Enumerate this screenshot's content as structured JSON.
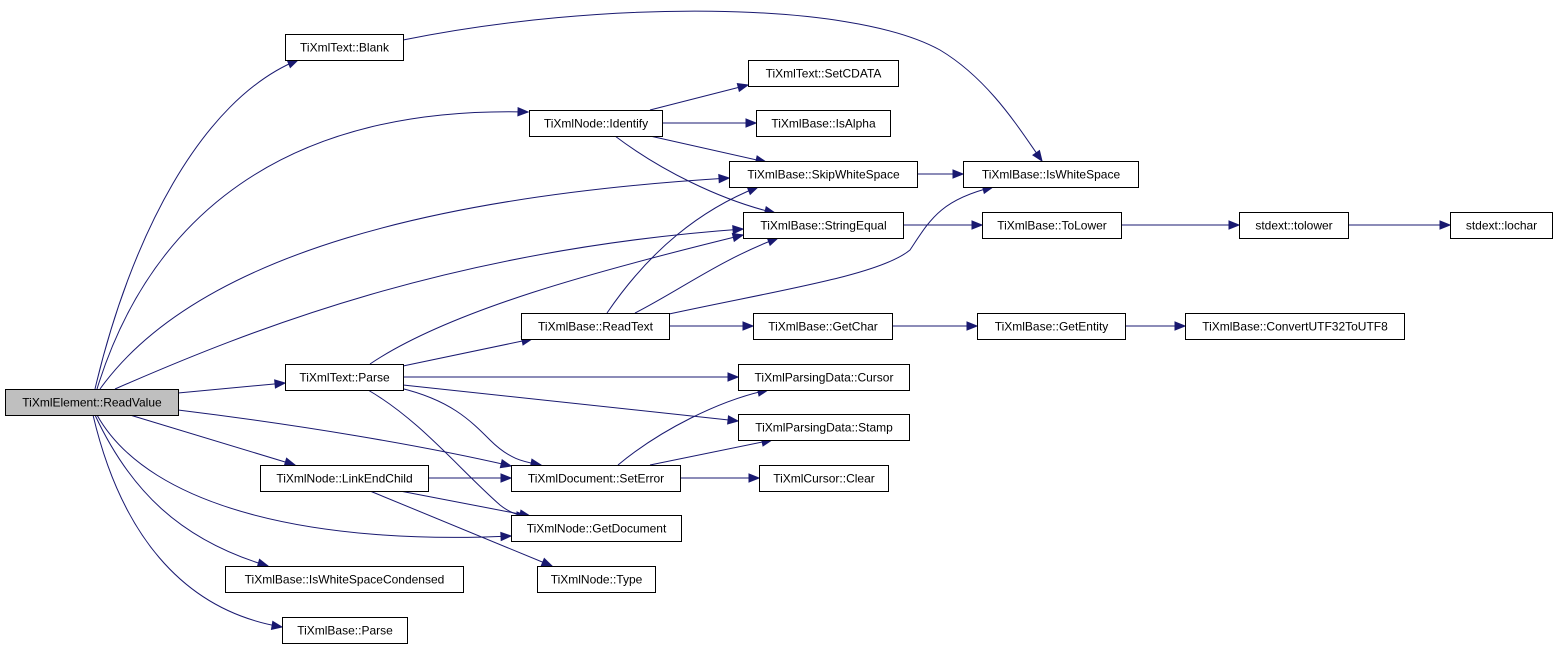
{
  "graph": {
    "root": "TiXmlElement::ReadValue",
    "nodes": [
      {
        "id": "readvalue",
        "label": "TiXmlElement::ReadValue",
        "root": true
      },
      {
        "id": "text_blank",
        "label": "TiXmlText::Blank"
      },
      {
        "id": "node_identify",
        "label": "TiXmlNode::Identify"
      },
      {
        "id": "text_setcdata",
        "label": "TiXmlText::SetCDATA"
      },
      {
        "id": "base_isalpha",
        "label": "TiXmlBase::IsAlpha"
      },
      {
        "id": "base_skipws",
        "label": "TiXmlBase::SkipWhiteSpace"
      },
      {
        "id": "base_iswhitespace",
        "label": "TiXmlBase::IsWhiteSpace"
      },
      {
        "id": "base_stringequal",
        "label": "TiXmlBase::StringEqual"
      },
      {
        "id": "base_tolower",
        "label": "TiXmlBase::ToLower"
      },
      {
        "id": "stdext_tolower",
        "label": "stdext::tolower"
      },
      {
        "id": "stdext_lochar",
        "label": "stdext::lochar"
      },
      {
        "id": "base_readtext",
        "label": "TiXmlBase::ReadText"
      },
      {
        "id": "base_getchar",
        "label": "TiXmlBase::GetChar"
      },
      {
        "id": "base_getentity",
        "label": "TiXmlBase::GetEntity"
      },
      {
        "id": "base_convertutf",
        "label": "TiXmlBase::ConvertUTF32ToUTF8"
      },
      {
        "id": "text_parse",
        "label": "TiXmlText::Parse"
      },
      {
        "id": "pd_cursor",
        "label": "TiXmlParsingData::Cursor"
      },
      {
        "id": "pd_stamp",
        "label": "TiXmlParsingData::Stamp"
      },
      {
        "id": "node_linkendchild",
        "label": "TiXmlNode::LinkEndChild"
      },
      {
        "id": "doc_seterror",
        "label": "TiXmlDocument::SetError"
      },
      {
        "id": "cursor_clear",
        "label": "TiXmlCursor::Clear"
      },
      {
        "id": "node_getdocument",
        "label": "TiXmlNode::GetDocument"
      },
      {
        "id": "base_iswscondensed",
        "label": "TiXmlBase::IsWhiteSpaceCondensed"
      },
      {
        "id": "node_type",
        "label": "TiXmlNode::Type"
      },
      {
        "id": "base_parse",
        "label": "TiXmlBase::Parse"
      }
    ],
    "edges": [
      {
        "from": "readvalue",
        "to": "text_blank"
      },
      {
        "from": "readvalue",
        "to": "node_identify"
      },
      {
        "from": "readvalue",
        "to": "base_skipws"
      },
      {
        "from": "readvalue",
        "to": "base_stringequal"
      },
      {
        "from": "readvalue",
        "to": "text_parse"
      },
      {
        "from": "readvalue",
        "to": "doc_seterror"
      },
      {
        "from": "readvalue",
        "to": "node_linkendchild"
      },
      {
        "from": "readvalue",
        "to": "node_getdocument"
      },
      {
        "from": "readvalue",
        "to": "base_iswscondensed"
      },
      {
        "from": "readvalue",
        "to": "base_parse"
      },
      {
        "from": "text_blank",
        "to": "base_iswhitespace"
      },
      {
        "from": "node_identify",
        "to": "text_setcdata"
      },
      {
        "from": "node_identify",
        "to": "base_isalpha"
      },
      {
        "from": "node_identify",
        "to": "base_skipws"
      },
      {
        "from": "node_identify",
        "to": "base_stringequal"
      },
      {
        "from": "base_skipws",
        "to": "base_iswhitespace"
      },
      {
        "from": "base_stringequal",
        "to": "base_tolower"
      },
      {
        "from": "base_tolower",
        "to": "stdext_tolower"
      },
      {
        "from": "stdext_tolower",
        "to": "stdext_lochar"
      },
      {
        "from": "base_readtext",
        "to": "base_skipws"
      },
      {
        "from": "base_readtext",
        "to": "base_stringequal"
      },
      {
        "from": "base_readtext",
        "to": "base_iswhitespace"
      },
      {
        "from": "base_readtext",
        "to": "base_getchar"
      },
      {
        "from": "base_getchar",
        "to": "base_getentity"
      },
      {
        "from": "base_getentity",
        "to": "base_convertutf"
      },
      {
        "from": "text_parse",
        "to": "base_stringequal"
      },
      {
        "from": "text_parse",
        "to": "base_readtext"
      },
      {
        "from": "text_parse",
        "to": "pd_cursor"
      },
      {
        "from": "text_parse",
        "to": "pd_stamp"
      },
      {
        "from": "text_parse",
        "to": "doc_seterror"
      },
      {
        "from": "text_parse",
        "to": "node_getdocument"
      },
      {
        "from": "node_linkendchild",
        "to": "doc_seterror"
      },
      {
        "from": "node_linkendchild",
        "to": "node_getdocument"
      },
      {
        "from": "node_linkendchild",
        "to": "node_type"
      },
      {
        "from": "doc_seterror",
        "to": "pd_cursor"
      },
      {
        "from": "doc_seterror",
        "to": "pd_stamp"
      },
      {
        "from": "doc_seterror",
        "to": "cursor_clear"
      }
    ],
    "colors": {
      "edge": "#191970",
      "root_fill": "#bfbfbf",
      "node_fill": "#ffffff",
      "node_border": "#000000"
    }
  }
}
